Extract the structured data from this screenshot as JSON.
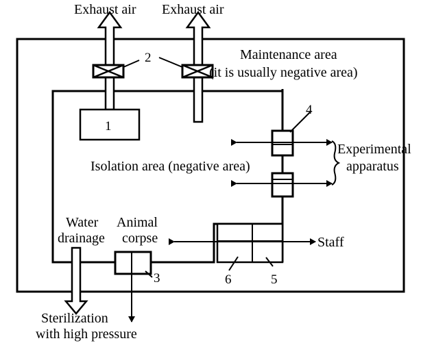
{
  "labels": {
    "exhaust_left": "Exhaust air",
    "exhaust_right": "Exhaust air",
    "maintenance_line1": "Maintenance area",
    "maintenance_line2": "(it is usually negative area)",
    "isolation": "Isolation area (negative area)",
    "experimental_line1": "Experimental",
    "experimental_line2": "apparatus",
    "staff": "Staff",
    "water_line1": "Water",
    "water_line2": "drainage",
    "animal_line1": "Animal",
    "animal_line2": "corpse",
    "sterilization_line1": "Sterilization",
    "sterilization_line2": "with high pressure"
  },
  "numbers": {
    "n1": "1",
    "n2": "2",
    "n3": "3",
    "n4": "4",
    "n5": "5",
    "n6": "6"
  }
}
